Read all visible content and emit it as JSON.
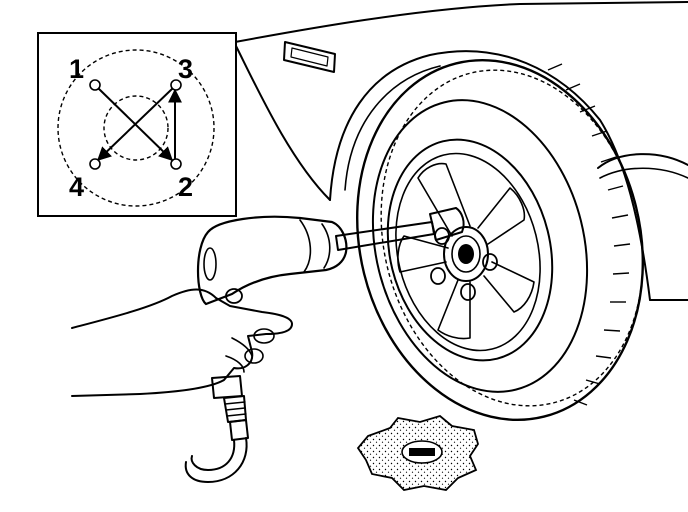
{
  "inset": {
    "stud_labels": [
      "1",
      "3",
      "4",
      "2"
    ],
    "tightening_sequence": [
      "1",
      "2",
      "3",
      "4"
    ]
  },
  "colors": {
    "ink": "#000000",
    "paper": "#ffffff"
  }
}
